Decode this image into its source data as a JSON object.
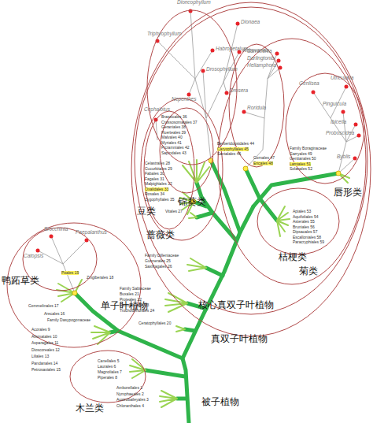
{
  "diagram": {
    "nodes": [
      {
        "text": [
          "真双子叶植物"
        ]
      },
      {
        "text": [
          "核心真双子叶植物"
        ],
        "in": 0
      },
      {
        "text": [
          "蔷薇类"
        ],
        "in": 1
      },
      {
        "text": [
          "豆类",
          "Cephalotus",
          "Celastrales 28",
          "Cucurbitales 29",
          "Fabales 30",
          "Fagales 31",
          "Malpighiales 32",
          "Oxalidales 33",
          "Rosales 34",
          "Zygophyllales 35"
        ],
        "in": 2
      },
      {
        "text": [
          "锦葵类",
          "Brassicales 36",
          "Crossosomatales 37",
          "Geraniales 38",
          "Huerteales 39",
          "Malvales 40",
          "Myrtales 41",
          "Picramniales 42",
          "Sapindales 43"
        ],
        "in": 2
      },
      {
        "text": [
          "菊类"
        ],
        "in": 1
      },
      {
        "text": [
          "桔梗类",
          "Apiales 53",
          "Aquifoliales 54",
          "Asterales 55",
          "Bruniales 56",
          "Dipsacales 57",
          "Escalloniales 58",
          "Paracryphiales 59"
        ],
        "in": 5
      },
      {
        "text": [
          "唇形类",
          "Genlisea",
          "Utricularia",
          "Pinguicula",
          "Ibicella",
          "Proboscidea",
          "Byblis",
          "Family Boraginaceae",
          "Garryales 49",
          "Gentianales 50",
          "Lamiales 51",
          "Solanales 52"
        ],
        "in": 5
      },
      {
        "text": [
          "Sarracenia",
          "Darlingtonia",
          "Heliamphora",
          "Roridula",
          "Cornales 47",
          "Ericales 48"
        ],
        "in": 5
      },
      {
        "text": [
          "Dioncophyllum",
          "Triphyophyllum",
          "Habropetalum",
          "Dionaea",
          "Aldrovanda",
          "Drosophyllum",
          "Nepenthes",
          "Drosera",
          "Berberidopsidales 44",
          "Caryophyllales 45",
          "Santalales 46"
        ],
        "in": 1
      },
      {
        "text": [
          "单子叶植物",
          "Zingiberales 18",
          "Commelinales 17",
          "Arecales 16",
          "Family Dasypogonaceae"
        ]
      },
      {
        "text": [
          "鸭跖草类",
          "Brocchinia",
          "Catopsis",
          "Paepalanthus",
          "Poales 19"
        ],
        "in": 10
      },
      {
        "text": [
          "木兰类",
          "Canellales 5",
          "Laurales 6",
          "Magnoliales 7",
          "Piperales 8"
        ]
      }
    ],
    "labels": [
      "Vitales 27",
      "Family Dilleniaceae",
      "Gunnerales 25",
      "Saxifragales 26",
      "Family Sabiaceae",
      "Buxales 21",
      "Proteales 22",
      "Ranunculales 23",
      "Trochodendrales 24",
      "Ceratophyllales 20",
      "Acorales 9",
      "Alismatales 10",
      "Asparagales 11",
      "Dioscoreales 12",
      "Liliales 13",
      "Pandanales 14",
      "Petrosaviales 15",
      "Amborellales 1",
      "Nymphaeales 2",
      "Austrobaileyales 3",
      "Chloranthales 4",
      "被子植物"
    ]
  }
}
